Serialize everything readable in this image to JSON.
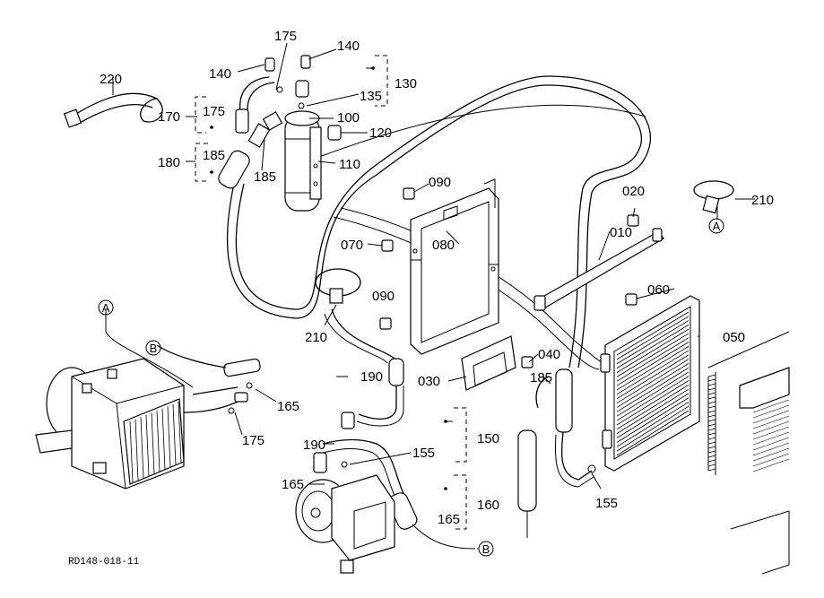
{
  "callouts": {
    "p220": "220",
    "p175a": "175",
    "p140a": "140",
    "p140b": "140",
    "p130": "130",
    "p135": "135",
    "p170": "170",
    "p175b": "175",
    "p100": "100",
    "p120": "120",
    "p180": "180",
    "p185a": "185",
    "p185b": "185",
    "p110": "110",
    "p090a": "090",
    "p020": "020",
    "p210a": "210",
    "p070": "070",
    "p080": "080",
    "p010": "010",
    "p090b": "090",
    "p060": "060",
    "p210b": "210",
    "p050": "050",
    "p040": "040",
    "p030": "030",
    "p185c": "185",
    "p190a": "190",
    "p165a": "165",
    "p175c": "175",
    "p150": "150",
    "p190b": "190",
    "p155a": "155",
    "p155b": "155",
    "p165b": "165",
    "p160": "160",
    "p165c": "165"
  },
  "refs": {
    "A1": "A",
    "A2": "A",
    "B1": "B",
    "B2": "B"
  },
  "drawing_code": "RD148-018-11"
}
